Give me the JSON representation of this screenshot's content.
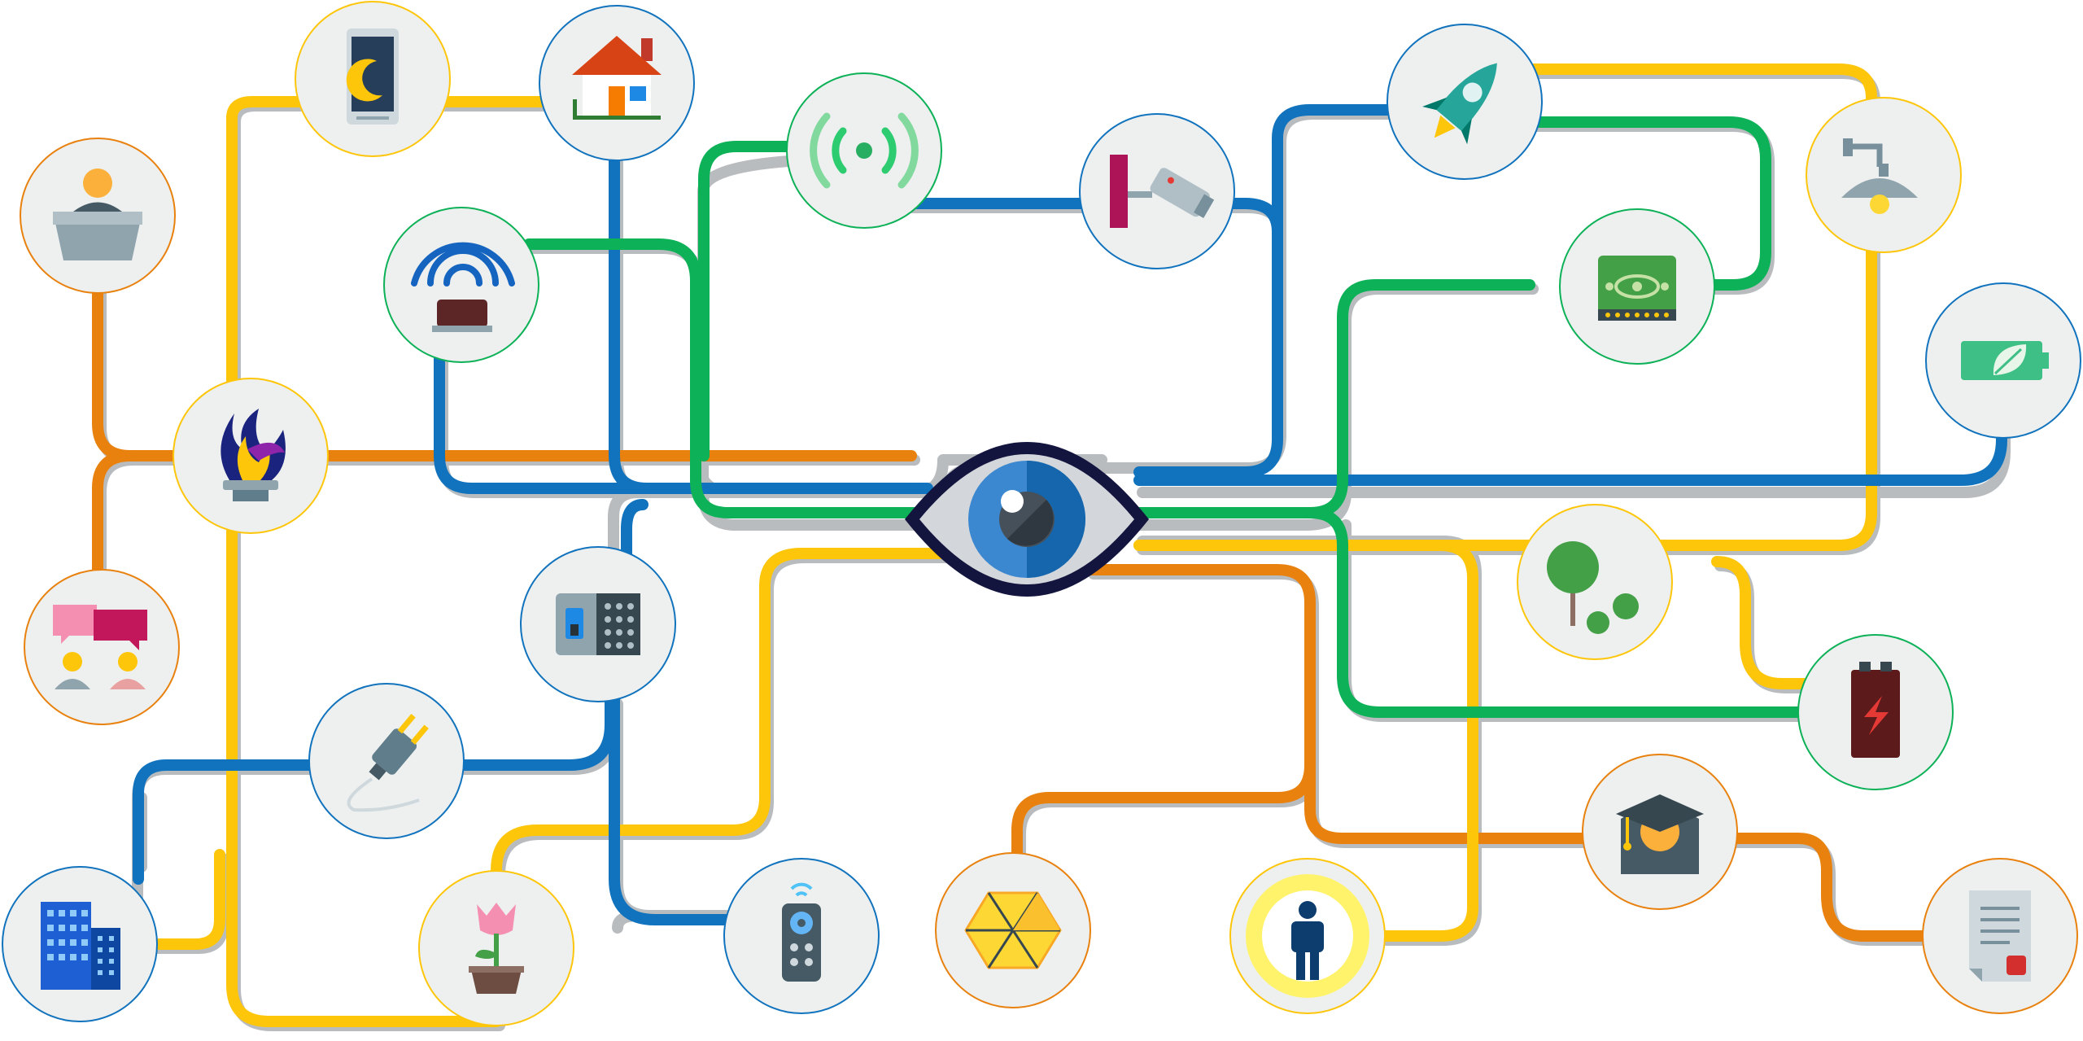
{
  "colors": {
    "orange": "#e8810e",
    "yellow": "#fdc60b",
    "blue": "#1173bd",
    "green": "#0db157",
    "node_fill": "#eef0ef",
    "eye_outline": "#14153f",
    "eye_iris": "#3b88d0"
  },
  "hub": {
    "icon": "eye-icon"
  },
  "nodes": [
    {
      "id": "speaker-podium",
      "icon": "podium-speaker-icon",
      "ring": "orange"
    },
    {
      "id": "smartphone-night",
      "icon": "smartphone-moon-icon",
      "ring": "yellow"
    },
    {
      "id": "smart-home",
      "icon": "house-icon",
      "ring": "blue"
    },
    {
      "id": "wifi-signal",
      "icon": "wireless-signal-icon",
      "ring": "green"
    },
    {
      "id": "security-camera",
      "icon": "cctv-camera-icon",
      "ring": "blue"
    },
    {
      "id": "rocket",
      "icon": "rocket-icon",
      "ring": "blue"
    },
    {
      "id": "street-lamp",
      "icon": "street-lamp-icon",
      "ring": "yellow"
    },
    {
      "id": "wifi-router",
      "icon": "router-icon",
      "ring": "green"
    },
    {
      "id": "circuit-board",
      "icon": "circuit-board-icon",
      "ring": "green"
    },
    {
      "id": "eco-battery",
      "icon": "eco-battery-icon",
      "ring": "blue"
    },
    {
      "id": "flame-torch",
      "icon": "flame-icon",
      "ring": "yellow"
    },
    {
      "id": "chat-people",
      "icon": "chat-bubbles-icon",
      "ring": "orange"
    },
    {
      "id": "access-keypad",
      "icon": "keypad-lock-icon",
      "ring": "blue"
    },
    {
      "id": "trees",
      "icon": "trees-icon",
      "ring": "yellow"
    },
    {
      "id": "power-battery",
      "icon": "battery-bolt-icon",
      "ring": "green"
    },
    {
      "id": "electric-plug",
      "icon": "electric-plug-icon",
      "ring": "blue"
    },
    {
      "id": "graduate",
      "icon": "graduate-icon",
      "ring": "orange"
    },
    {
      "id": "office-buildings",
      "icon": "buildings-icon",
      "ring": "blue"
    },
    {
      "id": "potted-flower",
      "icon": "potted-flower-icon",
      "ring": "yellow"
    },
    {
      "id": "remote-control",
      "icon": "remote-control-icon",
      "ring": "blue"
    },
    {
      "id": "solar-hexagon",
      "icon": "hexagon-panel-icon",
      "ring": "orange"
    },
    {
      "id": "person-target",
      "icon": "person-icon",
      "ring": "yellow"
    },
    {
      "id": "document",
      "icon": "document-icon",
      "ring": "orange"
    }
  ]
}
